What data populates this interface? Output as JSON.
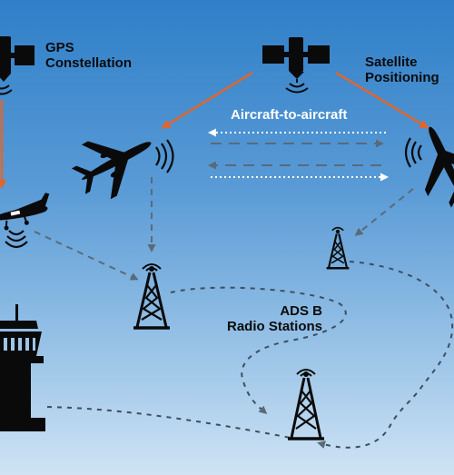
{
  "labels": {
    "gps_line1": "GPS",
    "gps_line2": "Constellation",
    "sat_line1": "Satellite",
    "sat_line2": "Positioning",
    "a2a": "Aircraft-to-aircraft",
    "adsb_line1": "ADS B",
    "adsb_line2": "Radio Stations"
  },
  "colors": {
    "sky_top": "#2f7fc8",
    "sky_bottom": "#cfe3f4",
    "satellite_link": "#e0662b",
    "dashed_link": "#5a6a78",
    "a2a_link": "#ffffff",
    "silhouette": "#0a0a0a"
  },
  "icons": [
    "satellite-icon",
    "jet-icon",
    "small-plane-icon",
    "radio-tower-icon",
    "control-tower-icon",
    "signal-waves-icon"
  ]
}
